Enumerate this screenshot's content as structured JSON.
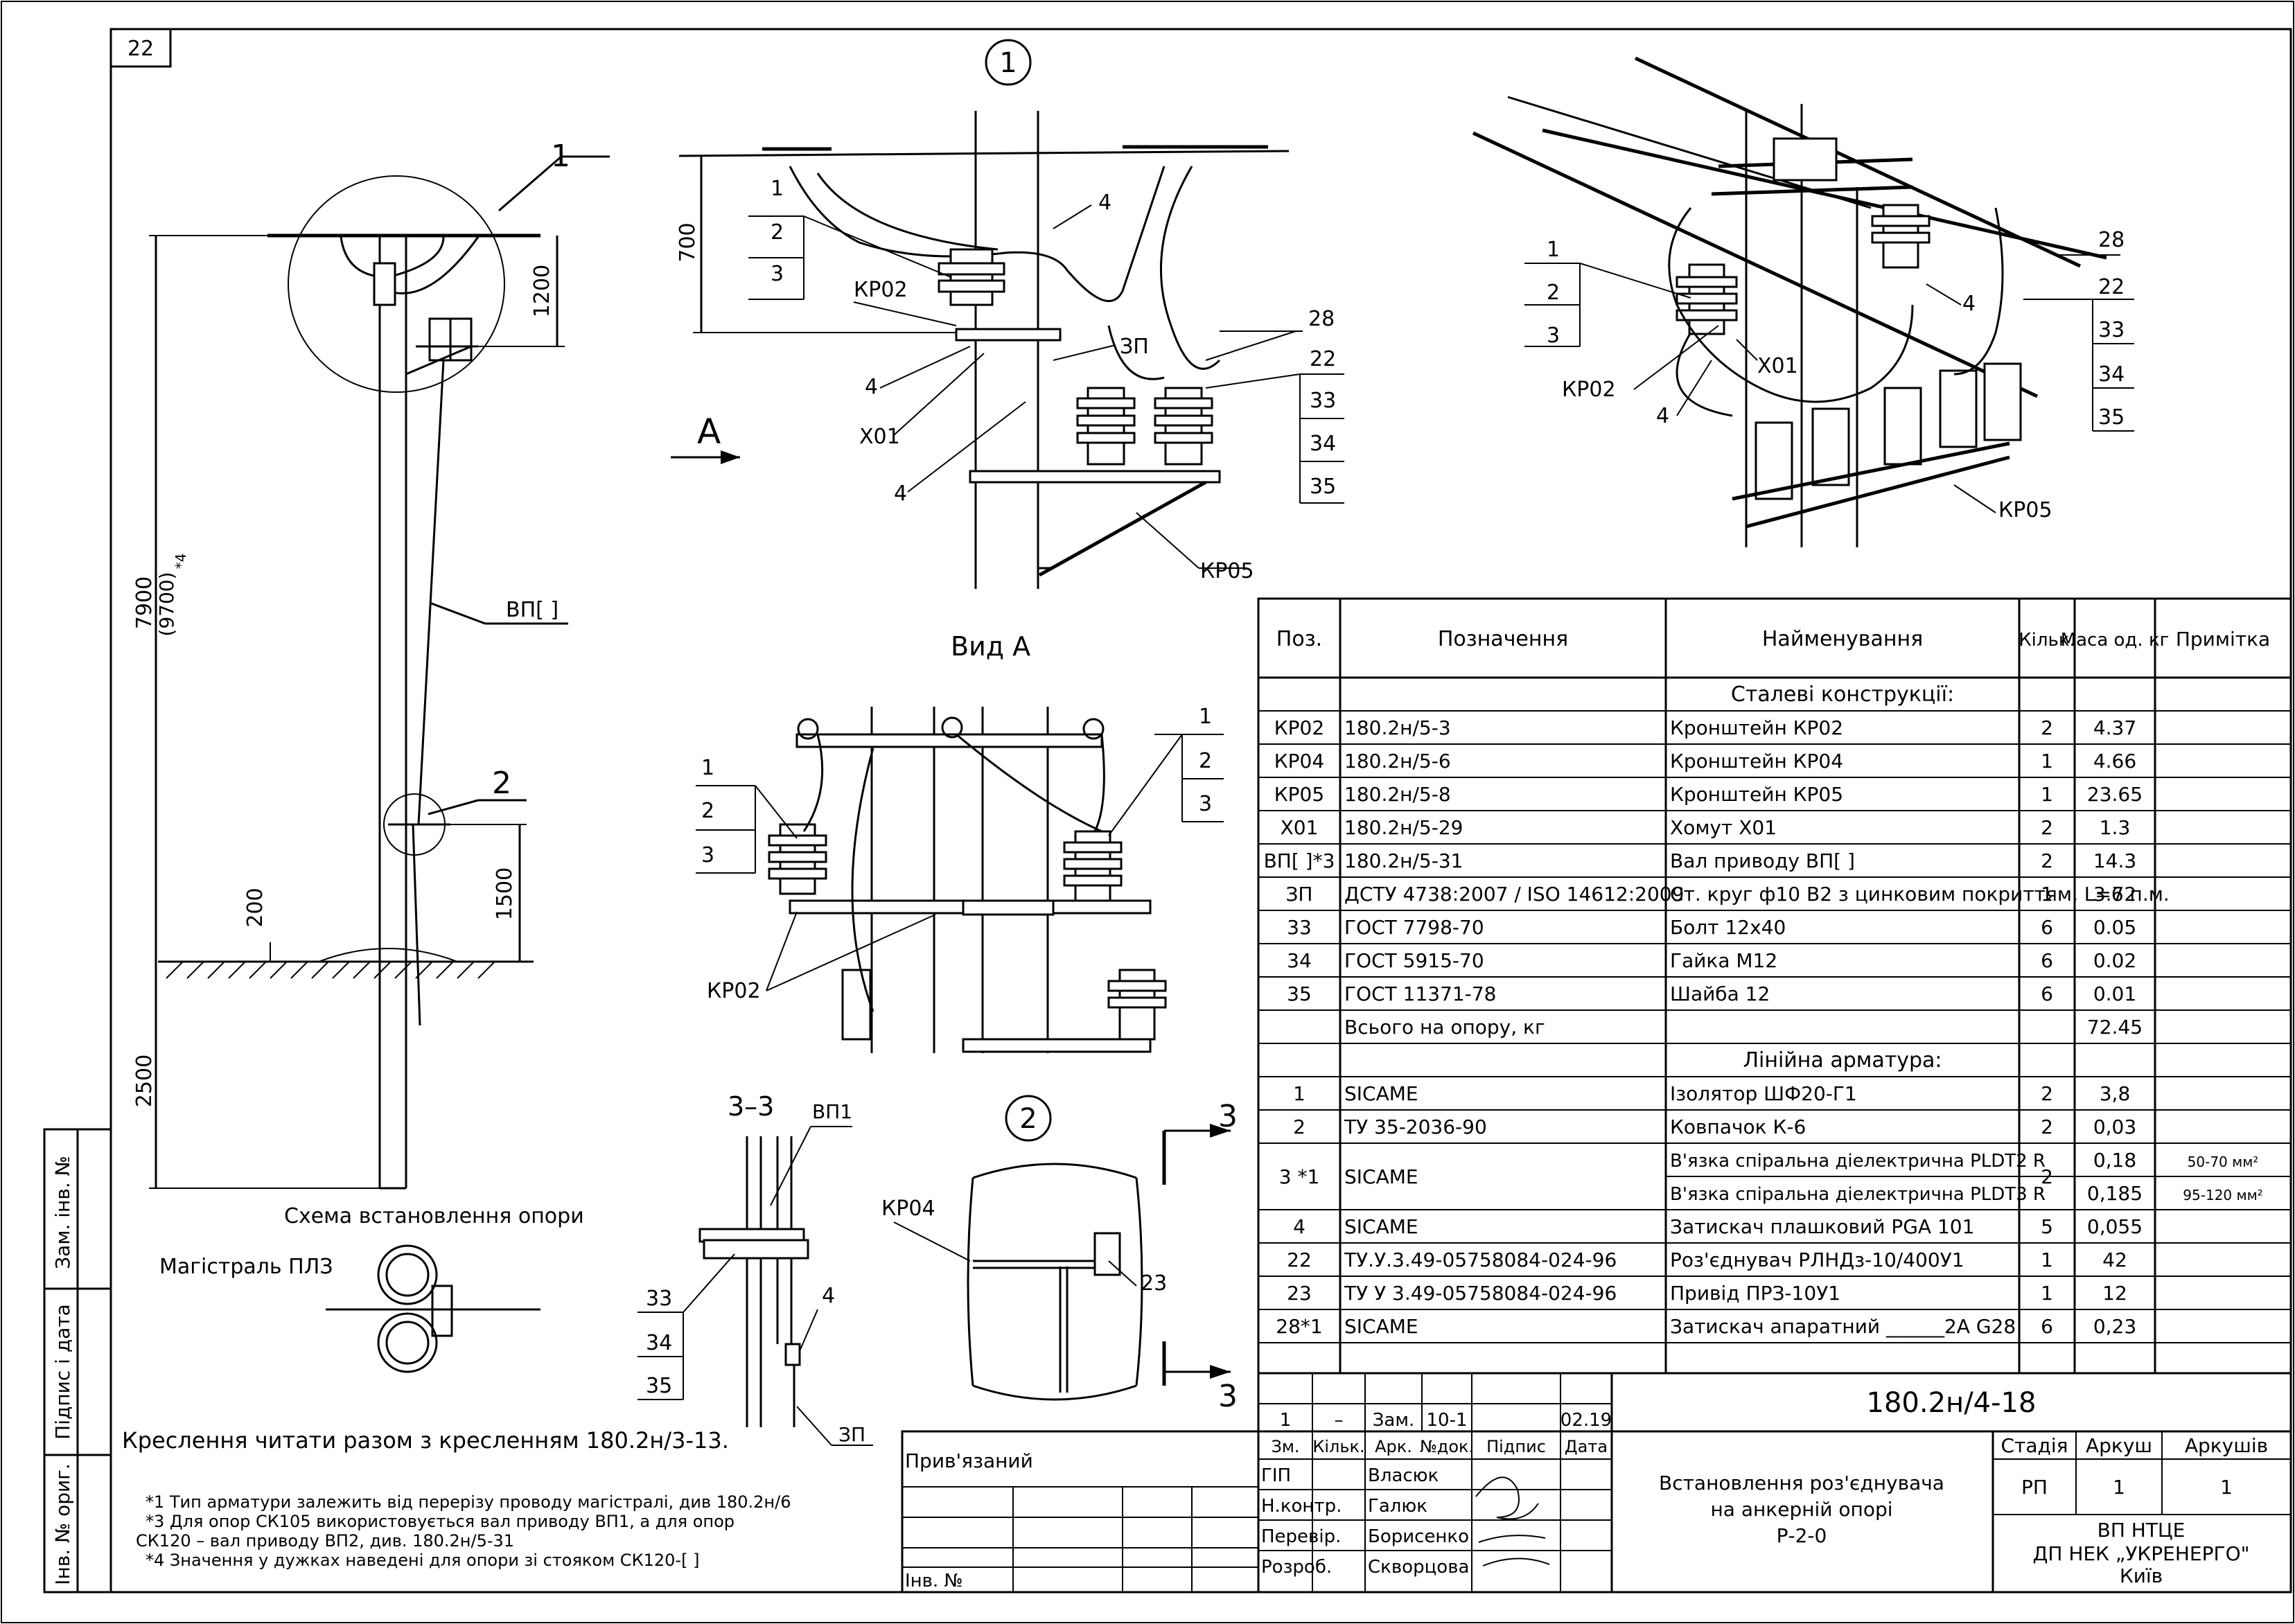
{
  "sheet_number": "22",
  "views": {
    "view1": "1",
    "view2": "2",
    "viewA_label": "Вид А",
    "arrowA": "A",
    "section33": "3–3",
    "section_mark": "3"
  },
  "scheme": {
    "title": "Схема встановлення опори",
    "callout1": "1",
    "callout2": "2",
    "dim_7900": "7900",
    "dim_9700": "(9700)",
    "dim_9700_note": "*4",
    "dim_1200": "1200",
    "dim_1500": "1500",
    "dim_200": "200",
    "dim_2500": "2500",
    "label_vp": "ВП[  ]",
    "magistral": "Магістраль ПЛЗ"
  },
  "detail1": {
    "dim_700": "700",
    "labels": [
      "1",
      "2",
      "3"
    ],
    "kr02": "КР02",
    "x01": "Х01",
    "zp": "ЗП",
    "kr05": "КР05",
    "four": "4",
    "right_labels": [
      "28",
      "22",
      "33",
      "34",
      "35"
    ]
  },
  "iso": {
    "labels_left": [
      "1",
      "2",
      "3"
    ],
    "kr02": "КР02",
    "x01": "Х01",
    "four": "4",
    "labels_right": [
      "28",
      "22",
      "33",
      "34",
      "35"
    ],
    "kr05": "КР05"
  },
  "viewA": {
    "left_labels": [
      "1",
      "2",
      "3"
    ],
    "right_labels": [
      "1",
      "2",
      "3"
    ],
    "kr02": "КР02"
  },
  "section": {
    "vp1": "ВП1",
    "labels": [
      "33",
      "34",
      "35"
    ],
    "four": "4",
    "zp": "ЗП"
  },
  "detail2": {
    "kr04": "КР04",
    "n23": "23"
  },
  "notes": {
    "read_with": "Креслення читати разом з кресленням 180.2н/3-13.",
    "n1": "*1 Тип арматури залежить від перерізу проводу магістралі, див 180.2н/6",
    "n3a": "*3 Для опор СК105 використовується вал приводу ВП1, а для опор",
    "n3b": "СК120 – вал приводу ВП2, див. 180.2н/5-31",
    "n4": "*4 Значення у дужках наведені для опори зі стояком СК120-[  ]"
  },
  "side_stamp": {
    "zam": "Зам. інв. №",
    "pidpys": "Підпис і дата",
    "inv": "Інв. № ориг."
  },
  "table": {
    "headers": [
      "Поз.",
      "Позначення",
      "Найменування",
      "Кільк.",
      "Маса од. кг",
      "Примітка"
    ],
    "section_steel": "Сталеві конструкції:",
    "section_line": "Лінійна арматура:",
    "rows_steel": [
      {
        "pos": "КР02",
        "des": "180.2н/5-3",
        "name": "Кронштейн КР02",
        "qty": "2",
        "mass": "4.37",
        "note": ""
      },
      {
        "pos": "КР04",
        "des": "180.2н/5-6",
        "name": "Кронштейн КР04",
        "qty": "1",
        "mass": "4.66",
        "note": ""
      },
      {
        "pos": "КР05",
        "des": "180.2н/5-8",
        "name": "Кронштейн КР05",
        "qty": "1",
        "mass": "23.65",
        "note": ""
      },
      {
        "pos": "Х01",
        "des": "180.2н/5-29",
        "name": "Хомут Х01",
        "qty": "2",
        "mass": "1.3",
        "note": ""
      },
      {
        "pos": "ВП[  ]*3",
        "des": "180.2н/5-31",
        "name": "Вал приводу ВП[  ]",
        "qty": "2",
        "mass": "14.3",
        "note": ""
      },
      {
        "pos": "ЗП",
        "des": "ДСТУ 4738:2007 / ISO 14612:2009",
        "name": "Ст. круг ф10 В2 з цинковим покриттям, L=6 п.м.",
        "qty": "1",
        "mass": "3.72",
        "note": ""
      },
      {
        "pos": "33",
        "des": "ГОСТ 7798-70",
        "name": "Болт 12х40",
        "qty": "6",
        "mass": "0.05",
        "note": ""
      },
      {
        "pos": "34",
        "des": "ГОСТ 5915-70",
        "name": "Гайка М12",
        "qty": "6",
        "mass": "0.02",
        "note": ""
      },
      {
        "pos": "35",
        "des": "ГОСТ 11371-78",
        "name": "Шайба 12",
        "qty": "6",
        "mass": "0.01",
        "note": ""
      },
      {
        "pos": "",
        "des": "Всього на опору, кг",
        "name": "",
        "qty": "",
        "mass": "72.45",
        "note": ""
      }
    ],
    "rows_line": [
      {
        "pos": "1",
        "des": "SICAME",
        "name": "Ізолятор ШФ20-Г1",
        "qty": "2",
        "mass": "3,8",
        "note": ""
      },
      {
        "pos": "2",
        "des": "ТУ 35-2036-90",
        "name": "Ковпачок К-6",
        "qty": "2",
        "mass": "0,03",
        "note": ""
      },
      {
        "pos": "3 *1",
        "des": "SICAME",
        "name": "В'язка спіральна діелектрична PLDT2 R",
        "name2": "В'язка спіральна діелектрична PLDT3 R",
        "qty": "2",
        "mass": "0,18",
        "mass2": "0,185",
        "note": "50-70 мм²",
        "note2": "95-120 мм²"
      },
      {
        "pos": "4",
        "des": "SICAME",
        "name": "Затискач плашковий PGA 101",
        "qty": "5",
        "mass": "0,055",
        "note": ""
      },
      {
        "pos": "22",
        "des": "ТУ.У.3.49-05758084-024-96",
        "name": "Роз'єднувач РЛНДз-10/400У1",
        "qty": "1",
        "mass": "42",
        "note": ""
      },
      {
        "pos": "23",
        "des": "ТУ У 3.49-05758084-024-96",
        "name": "Привід ПРЗ-10У1",
        "qty": "1",
        "mass": "12",
        "note": ""
      },
      {
        "pos": "28*1",
        "des": "SICAME",
        "name": "Затискач апаратний ______2А G28",
        "qty": "6",
        "mass": "0,23",
        "note": ""
      }
    ]
  },
  "title_block": {
    "code": "180.2н/4-18",
    "rev": [
      "1",
      "–",
      "Зам.",
      "10-1",
      "",
      "02.19"
    ],
    "hdr": [
      "Зм.",
      "Кільк.",
      "Арк.",
      "№док.",
      "Підпис",
      "Дата"
    ],
    "roles": [
      {
        "role": "ГІП",
        "name": "Власюк"
      },
      {
        "role": "Н.контр.",
        "name": "Галюк"
      },
      {
        "role": "Перевір.",
        "name": "Борисенко"
      },
      {
        "role": "Розроб.",
        "name": "Скворцова"
      }
    ],
    "doc_title_1": "Встановлення роз'єднувача",
    "doc_title_2": "на анкерній опорі",
    "doc_title_3": "Р-2-0",
    "stage_hdr": "Стадія",
    "sheet_hdr": "Аркуш",
    "sheets_hdr": "Аркушів",
    "stage": "РП",
    "sheet": "1",
    "sheets": "1",
    "org1": "ВП НТЦЕ",
    "org2": "ДП НЕК „УКРЕНЕРГО\"",
    "org3": "Київ",
    "pryv": "Прив'язаний",
    "inv_no": "Інв. №"
  }
}
